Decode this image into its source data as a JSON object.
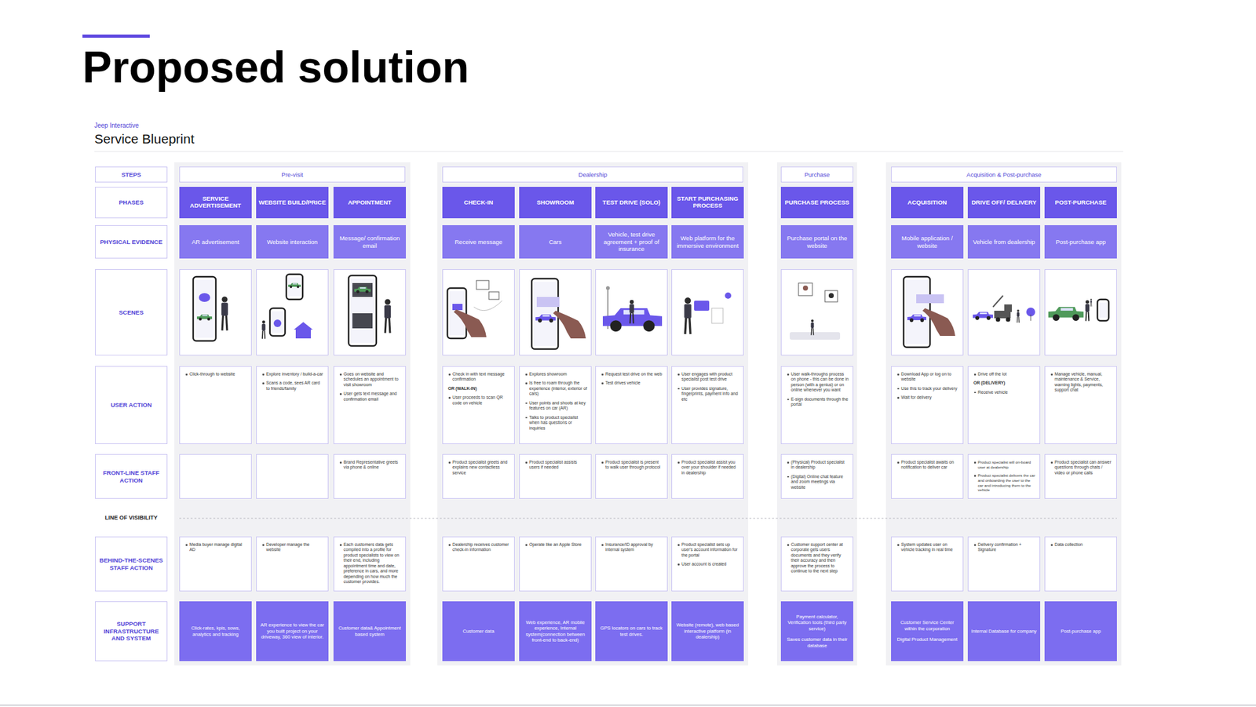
{
  "diagram": {
    "title": "Proposed solution",
    "nodes": [
      {
        "text": [
          "STEPS"
        ]
      },
      {
        "text": [
          "Pre-visit"
        ]
      },
      {
        "text": [
          "Dealership"
        ]
      },
      {
        "text": [
          "Purchase"
        ]
      },
      {
        "text": [
          "Acquisition & Post-purchase"
        ]
      },
      {
        "text": [
          "PHASES"
        ]
      },
      {
        "text": [
          "SERVICE ADVERTISEMENT"
        ]
      },
      {
        "text": [
          "WEBSITE BUILD/PRICE"
        ]
      },
      {
        "text": [
          "APPOINTMENT"
        ]
      },
      {
        "text": [
          "CHECK-IN"
        ]
      },
      {
        "text": [
          "SHOWROOM"
        ]
      },
      {
        "text": [
          "TEST DRIVE (SOLO)"
        ]
      },
      {
        "text": [
          "START PURCHASING PROCESS"
        ]
      },
      {
        "text": [
          "PURCHASE PROCESS"
        ]
      },
      {
        "text": [
          "ACQUISITION"
        ]
      },
      {
        "text": [
          "DRIVE OFF/ DELIVERY"
        ]
      },
      {
        "text": [
          "POST-PURCHASE"
        ]
      },
      {
        "text": [
          "PHYSICAL EVIDENCE"
        ]
      },
      {
        "text": [
          "AR advertisement"
        ]
      },
      {
        "text": [
          "Website interaction"
        ]
      },
      {
        "text": [
          "Message/ confirmation email"
        ]
      },
      {
        "text": [
          "Receive message"
        ]
      },
      {
        "text": [
          "Cars"
        ]
      },
      {
        "text": [
          "Vehicle, test drive agreement + proof of insurance"
        ]
      },
      {
        "text": [
          "Web platform for the immersive environment"
        ]
      },
      {
        "text": [
          "Purchase portal on the website"
        ]
      },
      {
        "text": [
          "Mobile application / website"
        ]
      },
      {
        "text": [
          "Vehicle from dealership"
        ]
      },
      {
        "text": [
          "Post-purchase app"
        ]
      },
      {
        "text": [
          "SCENES"
        ]
      },
      {
        "text": [
          "USER ACTION"
        ]
      },
      {
        "text": [
          "Click-through to website"
        ]
      },
      {
        "text": [
          "Explore inventory / build-a-car",
          "Scans a code, sees AR card to friends/family"
        ]
      },
      {
        "text": [
          "Goes on website and schedules an appointment to visit showroom",
          "User gets text message and confirmation email"
        ]
      },
      {
        "text": [
          "Check in with text message confirmation",
          "OR (WALK-IN)",
          "User proceeds to scan QR code on vehicle"
        ]
      },
      {
        "text": [
          "Explores showroom",
          "Is free to roam through the experience (interior, exterior of cars)",
          "User points and shoots at key features on car (AR)",
          "Talks to product specialist when has questions or inquiries"
        ]
      },
      {
        "text": [
          "Request test drive on the web",
          "Test drives vehicle"
        ]
      },
      {
        "text": [
          "User engages with product specialist post test drive",
          "User provides signature, fingerprints, payment info and etc"
        ]
      },
      {
        "text": [
          "User walk-throughs process on phone - this can be done in person (with a genius) or on online whenever you want",
          "E-sign documents through the portal"
        ]
      },
      {
        "text": [
          "Download App or log on to website",
          "Use this to track your delivery",
          "Wait for delivery"
        ]
      },
      {
        "text": [
          "Drive off the lot",
          "OR (DELIVERY)",
          "Receive vehicle"
        ]
      },
      {
        "text": [
          "Manage vehicle, manual, maintenance & Service, warning lights, payments, support chat"
        ]
      },
      {
        "text": [
          "FRONT-LINE STAFF ACTION"
        ]
      },
      {
        "text": [
          "Brand Representative greets via phone & online"
        ]
      },
      {
        "text": [
          "Product specialist greets and explains new contactless service"
        ]
      },
      {
        "text": [
          "Product specialist assists users if needed"
        ]
      },
      {
        "text": [
          "Product specialist is present to walk user through protocol"
        ]
      },
      {
        "text": [
          "Product specialist assist you over your shoulder if needed in dealership"
        ]
      },
      {
        "text": [
          "(Physical) Product specialist in dealership",
          "(Digital) Online chat feature and zoom meetings via website"
        ]
      },
      {
        "text": [
          "Product specialist awaits on notification to deliver car"
        ]
      },
      {
        "text": [
          "Product specialist will on-board user at dealership",
          "Product specialist delivers the car and onboarding the user to the car and introducing them to the vehicle"
        ]
      },
      {
        "text": [
          "Product specialist can answer questions through chats / video or phone calls"
        ]
      },
      {
        "text": [
          "BEHIND-THE-SCENES STAFF ACTION"
        ]
      },
      {
        "text": [
          "Media buyer manage digital AD"
        ]
      },
      {
        "text": [
          "Developer manage the website"
        ]
      },
      {
        "text": [
          "Each customers data gets compiled into a profile for product specialists to view on their end, including appointment time and date, preference in cars, and more depending on how much the customer provides."
        ]
      },
      {
        "text": [
          "Dealership receives customer check-in information"
        ]
      },
      {
        "text": [
          "Operate like an Apple Store"
        ]
      },
      {
        "text": [
          "Insurance/ID approval by internal system"
        ]
      },
      {
        "text": [
          "Product specialist sets up user's account information for the portal",
          "User account is created"
        ]
      },
      {
        "text": [
          "Customer support center at corporate gets users documents and they verify their accuracy and then approve the process to continue to the next step"
        ]
      },
      {
        "text": [
          "System updates user on vehicle tracking in real time"
        ]
      },
      {
        "text": [
          "Delivery confirmation + Signature"
        ]
      },
      {
        "text": [
          "Data collection"
        ]
      },
      {
        "text": [
          "SUPPORT INFRASTRUCTURE AND SYSTEM"
        ]
      },
      {
        "text": [
          "Click-rates, kpis, sows, analytics and tracking"
        ]
      },
      {
        "text": [
          "AR experience to view the car you built project on your driveway, 360 view of interior."
        ]
      },
      {
        "text": [
          "Customer data& Appointment based system"
        ]
      },
      {
        "text": [
          "Customer data"
        ]
      },
      {
        "text": [
          "Web experience, AR mobile experience, Internal system(connection between front-end to back-end)"
        ]
      },
      {
        "text": [
          "GPS locators on cars to track test drives."
        ]
      },
      {
        "text": [
          "Website (remote), web based interactive platform (in dealership)"
        ]
      },
      {
        "text": [
          "Payment calculator, Verification tools (third party service)",
          "Saves customer data in their database"
        ]
      },
      {
        "text": [
          "Customer Service Center within the corporation",
          "Digital Product Management"
        ]
      },
      {
        "text": [
          "Internal Database for company"
        ]
      },
      {
        "text": [
          "Post-purchase app"
        ]
      }
    ],
    "labels": [
      "Jeep Interactive",
      "Service Blueprint",
      "LINE OF VISIBILITY"
    ]
  }
}
